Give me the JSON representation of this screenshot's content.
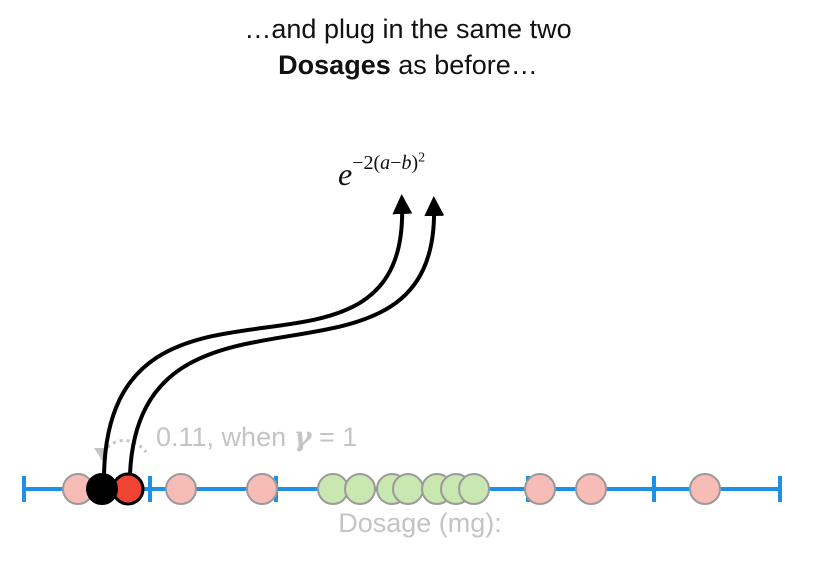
{
  "heading": {
    "line1": "…and plug in the same two",
    "line2_bold": "Dosages",
    "line2_rest": " as before…"
  },
  "formula": {
    "base": "e",
    "exp_prefix": "−2(",
    "a": "a",
    "minus": "−",
    "b": "b",
    "exp_suffix": ")",
    "power": "2"
  },
  "annotation": {
    "prefix": "0.11, when ",
    "gamma": "γ",
    "suffix": " = 1"
  },
  "axis_label": "Dosage (mg):",
  "colors": {
    "axis": "#1e90e6",
    "pink": "#f8bcb6",
    "green": "#c9e7b0",
    "black": "#000000",
    "red": "#ee4433",
    "outline": "#9a9a9a",
    "arrow": "#000000",
    "faint": "#c4c4c4"
  }
}
